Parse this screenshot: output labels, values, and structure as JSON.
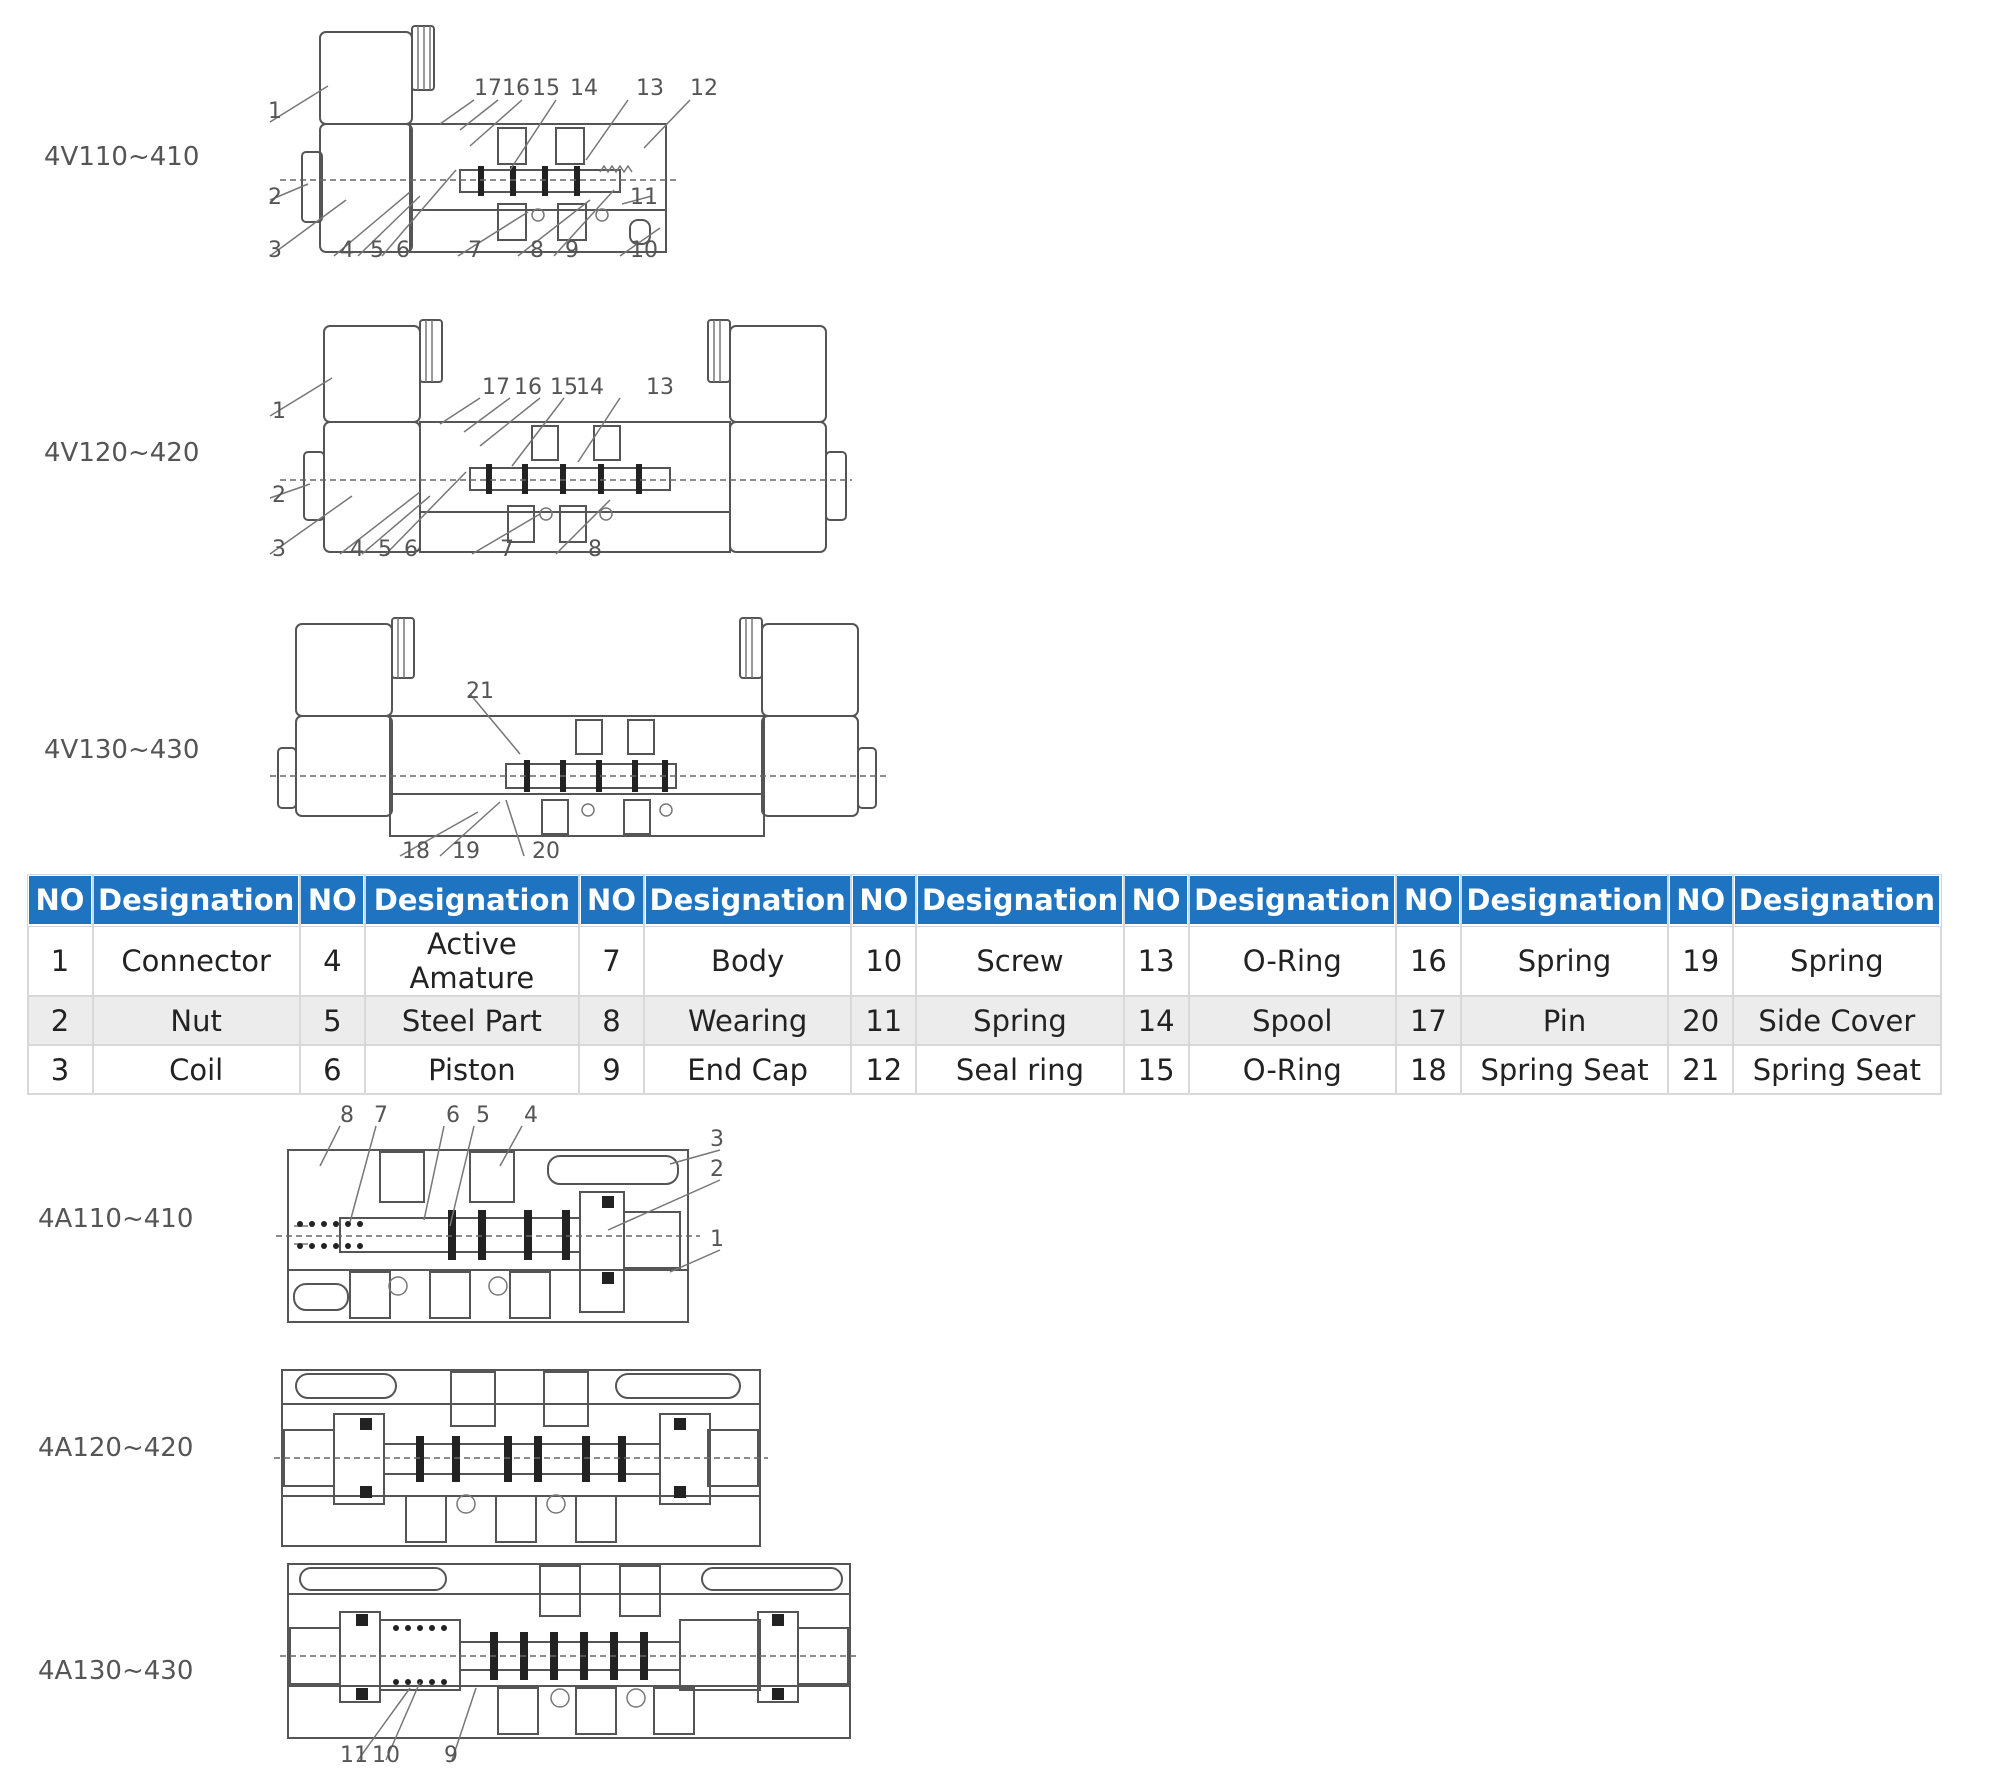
{
  "models_4v": [
    {
      "label": "4V110~410",
      "callouts": [
        "1",
        "2",
        "3",
        "4",
        "5",
        "6",
        "7",
        "8",
        "9",
        "10",
        "11",
        "12",
        "13",
        "14",
        "15",
        "16",
        "17"
      ]
    },
    {
      "label": "4V120~420",
      "callouts": [
        "1",
        "2",
        "3",
        "4",
        "5",
        "6",
        "7",
        "8",
        "13",
        "14",
        "15",
        "16",
        "17"
      ]
    },
    {
      "label": "4V130~430",
      "callouts": [
        "18",
        "19",
        "20",
        "21"
      ]
    }
  ],
  "table": {
    "headers": [
      "NO",
      "Designation",
      "NO",
      "Designation",
      "NO",
      "Designation",
      "NO",
      "Designation",
      "NO",
      "Designation",
      "NO",
      "Designation",
      "NO",
      "Designation"
    ],
    "rows": [
      [
        "1",
        "Connector",
        "4",
        "Active Amature",
        "7",
        "Body",
        "10",
        "Screw",
        "13",
        "O-Ring",
        "16",
        "Spring",
        "19",
        "Spring"
      ],
      [
        "2",
        "Nut",
        "5",
        "Steel Part",
        "8",
        "Wearing",
        "11",
        "Spring",
        "14",
        "Spool",
        "17",
        "Pin",
        "20",
        "Side Cover"
      ],
      [
        "3",
        "Coil",
        "6",
        "Piston",
        "9",
        "End Cap",
        "12",
        "Seal ring",
        "15",
        "O-Ring",
        "18",
        "Spring Seat",
        "21",
        "Spring Seat"
      ]
    ]
  },
  "models_4a": [
    {
      "label": "4A110~410",
      "callouts": [
        "1",
        "2",
        "3",
        "4",
        "5",
        "6",
        "7",
        "8"
      ]
    },
    {
      "label": "4A120~420",
      "callouts": []
    },
    {
      "label": "4A130~430",
      "callouts": [
        "9",
        "10",
        "11"
      ]
    }
  ],
  "colors": {
    "header_bg": "#1f74c2",
    "header_text": "#ffffff",
    "row_alt": "#ececec",
    "line": "#555555"
  }
}
